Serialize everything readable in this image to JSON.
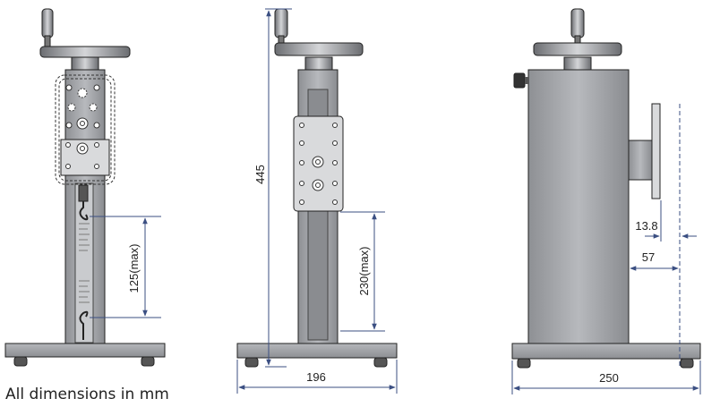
{
  "footnote": "All dimensions in mm",
  "dimensions": {
    "stroke_125": "125(max)",
    "height_445": "445",
    "stroke_230": "230(max)",
    "width_196": "196",
    "offset_13_8": "13.8",
    "offset_57": "57",
    "width_250": "250"
  },
  "colors": {
    "metal": "#9fa1a5",
    "metal_dark": "#6c6e72",
    "plate": "#d9dadc",
    "dimension": "#3b4f82",
    "outline": "#222222"
  }
}
